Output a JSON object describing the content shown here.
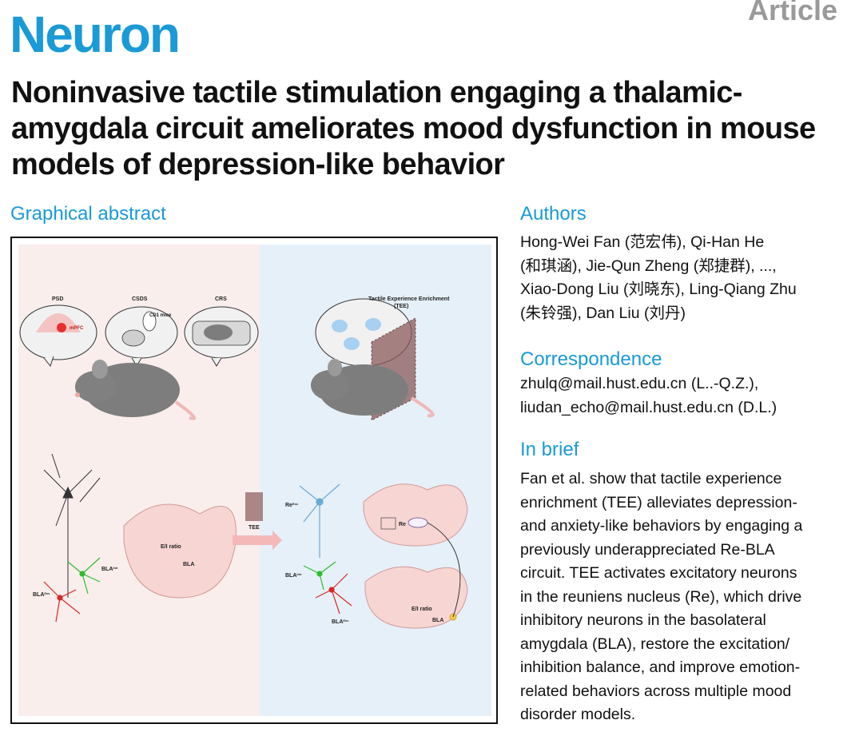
{
  "header": {
    "journal": "Neuron",
    "article_type": "Article"
  },
  "title": "Noninvasive tactile stimulation engaging a thalamic-amygdala circuit ameliorates mood dysfunction in mouse models of depression-like behavior",
  "graphical_abstract": {
    "heading": "Graphical abstract",
    "labels": {
      "psd": "PSD",
      "csds": "CSDS",
      "crs": "CRS",
      "cd1": "CD1 mice",
      "mpfc": "mPFC",
      "tee_full": "Tactile Experience Enrichment",
      "tee_paren": "(TEE)",
      "tee": "TEE",
      "ei_ratio_left": "E/I ratio",
      "ei_ratio_right": "E/I ratio",
      "bla_left": "BLA",
      "bla_right": "BLA",
      "re": "Re",
      "bla_inh_left": "BLA",
      "bla_exc_left": "BLA",
      "re_exc": "Re",
      "bla_inh_right": "BLA",
      "bla_exc_right": "BLA",
      "sup_inh": "Inh",
      "sup_exc": "Exc"
    },
    "colors": {
      "left_panel_bg": "#f9eeeb",
      "right_panel_bg": "#e6f0f8",
      "brain_fill": "#f7d5d3",
      "mouse_fill": "#7d7d7d",
      "excitatory": "#d62828",
      "inhibitory": "#2ebd2e",
      "re_neuron": "#6aa9d6"
    }
  },
  "authors": {
    "heading": "Authors",
    "lines": [
      "Hong-Wei Fan (范宏伟), Qi-Han He",
      "(和琪涵), Jie-Qun Zheng (郑捷群), ...,",
      "Xiao-Dong Liu (刘晓东), Ling-Qiang Zhu",
      "(朱铃强), Dan Liu (刘丹)"
    ]
  },
  "correspondence": {
    "heading": "Correspondence",
    "lines": [
      "zhulq@mail.hust.edu.cn (L..-Q.Z.),",
      "liudan_echo@mail.hust.edu.cn (D.L.)"
    ]
  },
  "in_brief": {
    "heading": "In brief",
    "lines": [
      "Fan et al. show that tactile experience",
      "enrichment (TEE) alleviates depression-",
      "and anxiety-like behaviors by engaging a",
      "previously underappreciated Re-BLA",
      "circuit. TEE activates excitatory neurons",
      "in the reuniens nucleus (Re), which drive",
      "inhibitory neurons in the basolateral",
      "amygdala (BLA), restore the excitation/",
      "inhibition balance, and improve emotion-",
      "related behaviors across multiple mood",
      "disorder models."
    ]
  }
}
